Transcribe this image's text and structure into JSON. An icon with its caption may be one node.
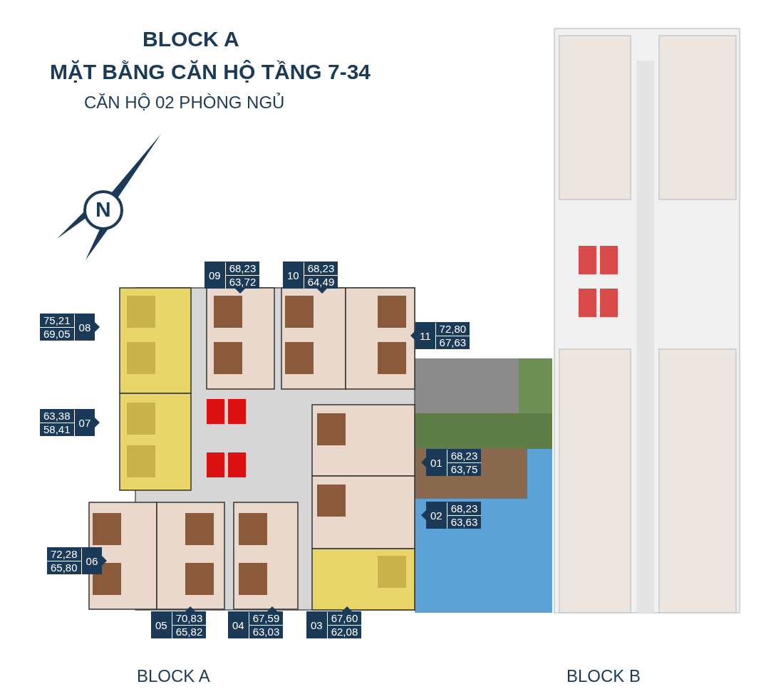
{
  "diagram": {
    "title": "BLOCK A",
    "nodes": [
      {
        "text": [
          "09",
          "68,23",
          "63,72"
        ]
      },
      {
        "text": [
          "10",
          "68,23",
          "64,49"
        ]
      },
      {
        "text": [
          "08",
          "75,21",
          "69,05"
        ]
      },
      {
        "text": [
          "11",
          "72,80",
          "67,63"
        ]
      },
      {
        "text": [
          "07",
          "63,38",
          "58,41"
        ]
      },
      {
        "text": [
          "01",
          "68,23",
          "63,75"
        ]
      },
      {
        "text": [
          "02",
          "68,23",
          "63,63"
        ]
      },
      {
        "text": [
          "06",
          "72,28",
          "65,80"
        ]
      },
      {
        "text": [
          "05",
          "70,83",
          "65,82"
        ]
      },
      {
        "text": [
          "04",
          "67,59",
          "63,03"
        ]
      },
      {
        "text": [
          "03",
          "67,60",
          "62,08"
        ]
      }
    ],
    "labels": [
      "MẶT BẰNG CĂN HỘ TẦNG 7-34",
      "CĂN HỘ 02 PHÒNG NGỦ",
      "N",
      "BLOCK A",
      "BLOCK B"
    ]
  }
}
